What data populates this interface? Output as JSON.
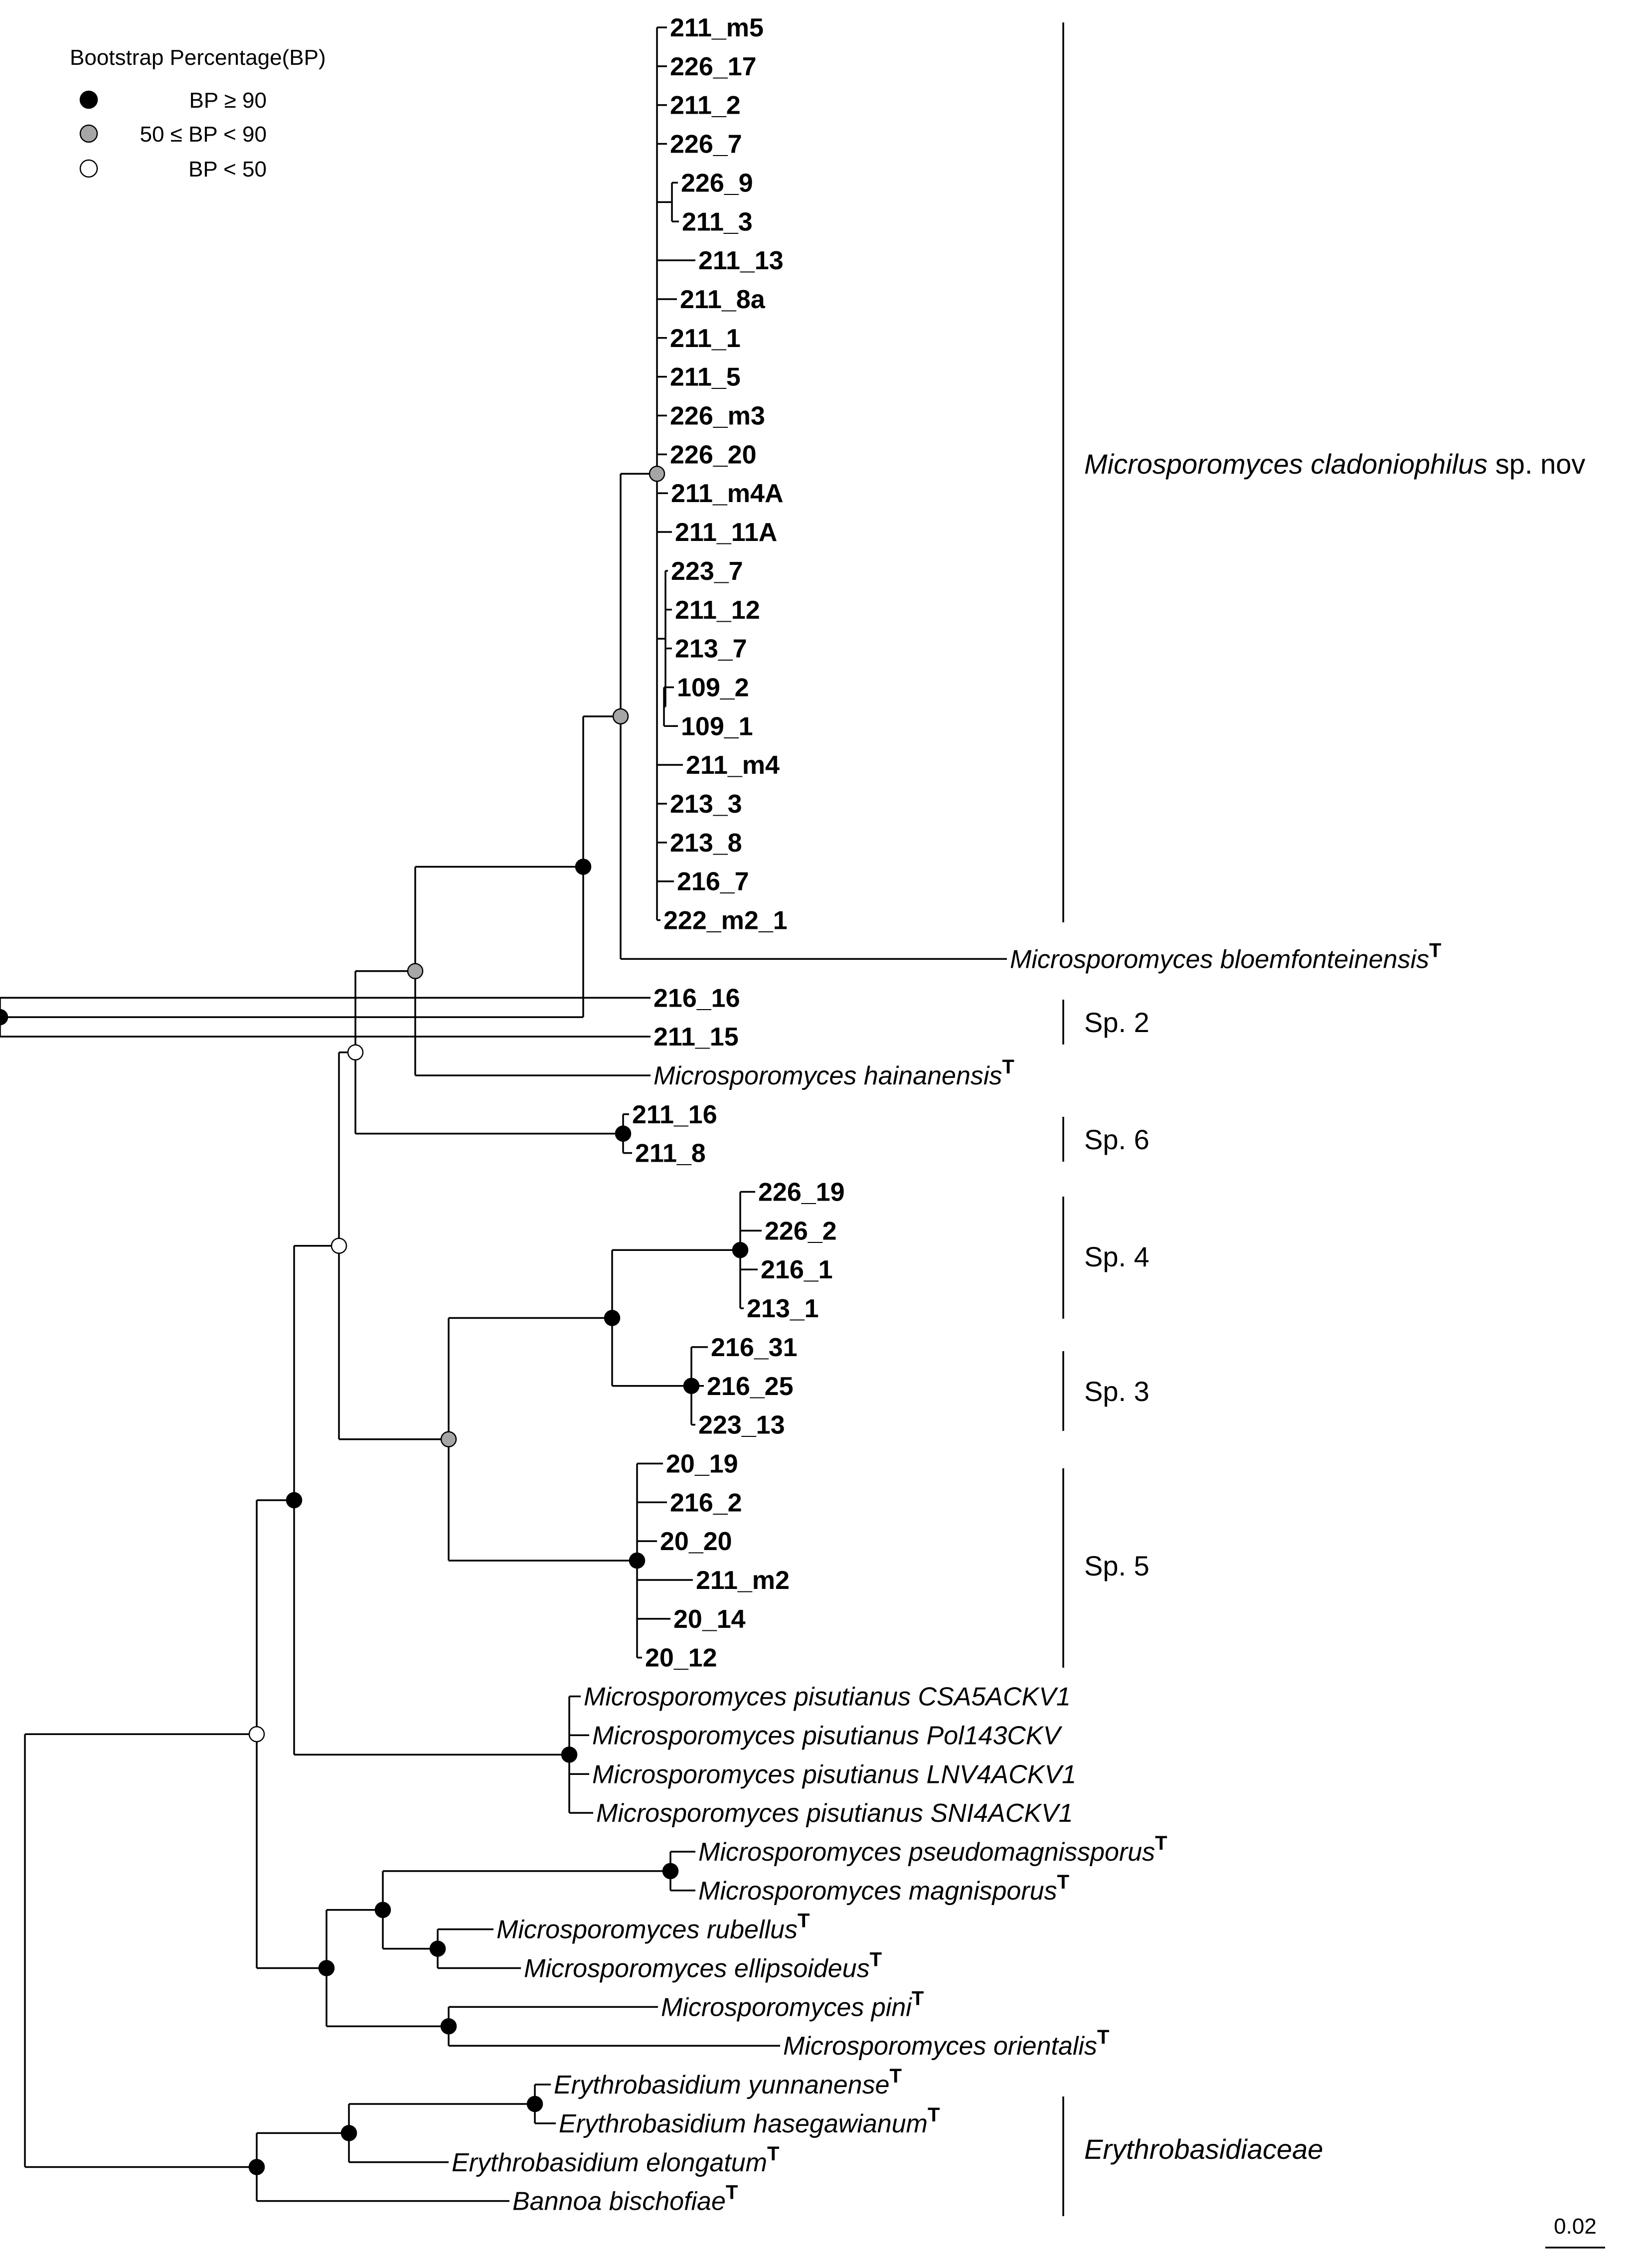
{
  "legend": {
    "title": "Bootstrap Percentage(BP)",
    "entries": [
      {
        "class": "high",
        "color": "#000000",
        "text": "BP ≥ 90"
      },
      {
        "class": "mid",
        "color": "#a6a6a6",
        "text": "50 ≤ BP < 90"
      },
      {
        "class": "low",
        "color": "#ffffff",
        "text": "BP < 50"
      }
    ]
  },
  "scale_bar": {
    "label": "0.02"
  },
  "type_mark": "T",
  "tree": {
    "b": "low",
    "c": [
      {
        "b": "high",
        "c": [
          {
            "b": "low",
            "c": [
              {
                "b": "low",
                "c": [
                  {
                    "b": "mid",
                    "c": [
                      {
                        "b": "high",
                        "c": [
                          {
                            "b": "mid",
                            "c": [
                              {
                                "b": "mid",
                                "c": [
                                  {
                                    "n": "211_m5",
                                    "iso": true
                                  },
                                  {
                                    "n": "226_17",
                                    "iso": true
                                  },
                                  {
                                    "n": "211_2",
                                    "iso": true
                                  },
                                  {
                                    "n": "226_7",
                                    "iso": true
                                  },
                                  {
                                    "c": [
                                      {
                                        "n": "226_9",
                                        "iso": true
                                      },
                                      {
                                        "n": "211_3",
                                        "iso": true
                                      }
                                    ]
                                  },
                                  {
                                    "n": "211_13",
                                    "iso": true
                                  },
                                  {
                                    "n": "211_8a",
                                    "iso": true
                                  },
                                  {
                                    "n": "211_1",
                                    "iso": true
                                  },
                                  {
                                    "n": "211_5",
                                    "iso": true
                                  },
                                  {
                                    "n": "226_m3",
                                    "iso": true
                                  },
                                  {
                                    "n": "226_20",
                                    "iso": true
                                  },
                                  {
                                    "n": "211_m4A",
                                    "iso": true
                                  },
                                  {
                                    "n": "211_11A",
                                    "iso": true
                                  },
                                  {
                                    "c": [
                                      {
                                        "n": "223_7",
                                        "iso": true
                                      },
                                      {
                                        "n": "211_12",
                                        "iso": true
                                      },
                                      {
                                        "n": "213_7",
                                        "iso": true
                                      },
                                      {
                                        "c": [
                                          {
                                            "n": "109_2",
                                            "iso": true
                                          },
                                          {
                                            "n": "109_1",
                                            "iso": true
                                          }
                                        ]
                                      }
                                    ]
                                  },
                                  {
                                    "n": "211_m4",
                                    "iso": true
                                  },
                                  {
                                    "n": "213_3",
                                    "iso": true
                                  },
                                  {
                                    "n": "213_8",
                                    "iso": true
                                  },
                                  {
                                    "n": "216_7",
                                    "iso": true
                                  },
                                  {
                                    "n": "222_m2_1",
                                    "iso": true
                                  }
                                ]
                              },
                              {
                                "n": "Microsporomyces bloemfonteinensis",
                                "type": true
                              }
                            ]
                          },
                          {
                            "b": "high",
                            "c": [
                              {
                                "n": "216_16",
                                "iso": true
                              },
                              {
                                "n": "211_15",
                                "iso": true
                              }
                            ]
                          }
                        ]
                      },
                      {
                        "n": "Microsporomyces hainanensis",
                        "type": true
                      }
                    ]
                  },
                  {
                    "b": "high",
                    "c": [
                      {
                        "n": "211_16",
                        "iso": true
                      },
                      {
                        "n": "211_8",
                        "iso": true
                      }
                    ]
                  }
                ]
              },
              {
                "b": "mid",
                "c": [
                  {
                    "b": "high",
                    "c": [
                      {
                        "b": "high",
                        "c": [
                          {
                            "n": "226_19",
                            "iso": true
                          },
                          {
                            "n": "226_2",
                            "iso": true
                          },
                          {
                            "n": "216_1",
                            "iso": true
                          },
                          {
                            "n": "213_1",
                            "iso": true
                          }
                        ]
                      },
                      {
                        "b": "high",
                        "c": [
                          {
                            "n": "216_31",
                            "iso": true
                          },
                          {
                            "n": "216_25",
                            "iso": true
                          },
                          {
                            "n": "223_13",
                            "iso": true
                          }
                        ]
                      }
                    ]
                  },
                  {
                    "b": "high",
                    "c": [
                      {
                        "n": "20_19",
                        "iso": true
                      },
                      {
                        "n": "216_2",
                        "iso": true
                      },
                      {
                        "n": "20_20",
                        "iso": true
                      },
                      {
                        "n": "211_m2",
                        "iso": true
                      },
                      {
                        "n": "20_14",
                        "iso": true
                      },
                      {
                        "n": "20_12",
                        "iso": true
                      }
                    ]
                  }
                ]
              }
            ]
          },
          {
            "b": "high",
            "c": [
              {
                "n": "Microsporomyces pisutianus CSA5ACKV1"
              },
              {
                "n": "Microsporomyces pisutianus Pol143CKV"
              },
              {
                "n": "Microsporomyces pisutianus LNV4ACKV1"
              },
              {
                "n": "Microsporomyces pisutianus SNI4ACKV1"
              }
            ]
          }
        ]
      },
      {
        "b": "high",
        "c": [
          {
            "b": "high",
            "c": [
              {
                "b": "high",
                "c": [
                  {
                    "n": "Microsporomyces pseudomagnissporus",
                    "type": true
                  },
                  {
                    "n": "Microsporomyces magnisporus",
                    "type": true
                  }
                ]
              },
              {
                "b": "high",
                "c": [
                  {
                    "n": "Microsporomyces rubellus",
                    "type": true
                  },
                  {
                    "n": "Microsporomyces ellipsoideus",
                    "type": true
                  }
                ]
              }
            ]
          },
          {
            "b": "high",
            "c": [
              {
                "n": "Microsporomyces pini",
                "type": true
              },
              {
                "n": "Microsporomyces orientalis",
                "type": true
              }
            ]
          }
        ]
      }
    ]
  },
  "outgroup": {
    "b": "high",
    "c": [
      {
        "b": "high",
        "c": [
          {
            "b": "high",
            "c": [
              {
                "n": "Erythrobasidium yunnanense",
                "type": true
              },
              {
                "n": "Erythrobasidium hasegawianum",
                "type": true
              }
            ]
          },
          {
            "n": "Erythrobasidium elongatum",
            "type": true
          }
        ]
      },
      {
        "n": "Bannoa bischofiae",
        "type": true
      }
    ]
  },
  "clades": [
    {
      "id": "cladoniophilus",
      "italic_part": "Microsporomyces cladoniophilus",
      "plain_part": " sp. nov"
    },
    {
      "id": "sp2",
      "italic_part": "",
      "plain_part": "Sp. 2"
    },
    {
      "id": "sp6",
      "italic_part": "",
      "plain_part": "Sp. 6"
    },
    {
      "id": "sp4",
      "italic_part": "",
      "plain_part": "Sp. 4"
    },
    {
      "id": "sp3",
      "italic_part": "",
      "plain_part": "Sp. 3"
    },
    {
      "id": "sp5",
      "italic_part": "",
      "plain_part": "Sp. 5"
    },
    {
      "id": "erythro",
      "italic_part": "Erythrobasidiaceae",
      "plain_part": ""
    }
  ]
}
